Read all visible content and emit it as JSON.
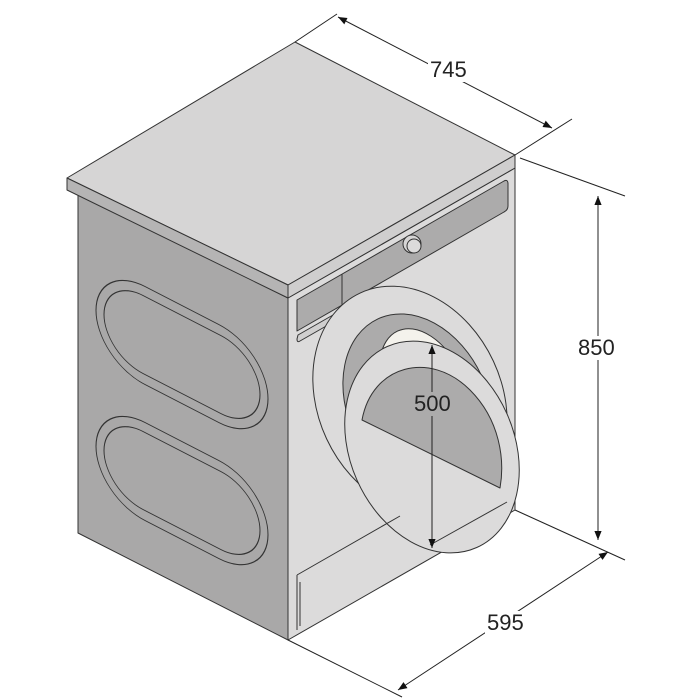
{
  "dimensions": {
    "depth": "745",
    "height": "850",
    "width": "595",
    "door_opening": "500"
  },
  "colors": {
    "front": "#dcdbdb",
    "side": "#a9a8a8",
    "top": "#d6d5d5",
    "panel": "#acabab",
    "line": "#333333"
  }
}
